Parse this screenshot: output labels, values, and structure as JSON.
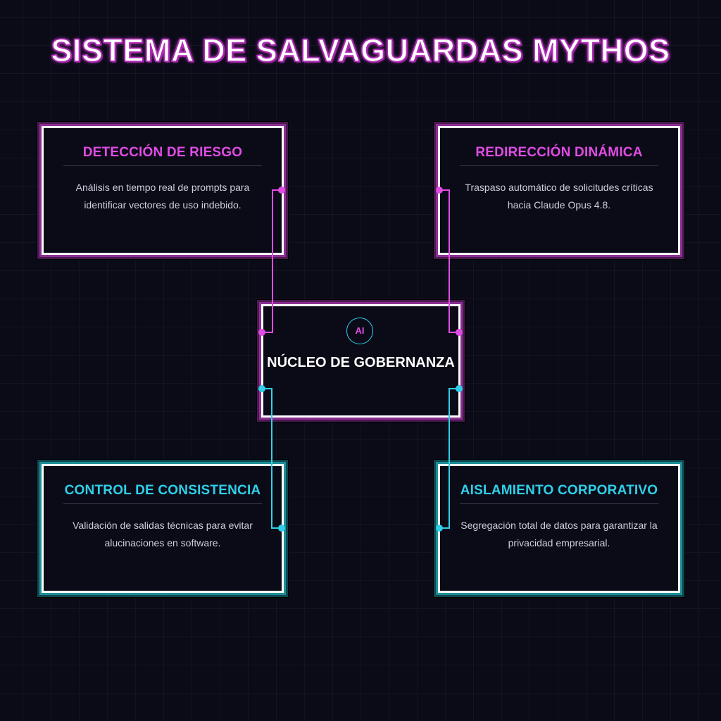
{
  "title": "SISTEMA DE SALVAGUARDAS MYTHOS",
  "core": {
    "badge": "AI",
    "title": "NÚCLEO DE GOBERNANZA"
  },
  "modules": [
    {
      "title": "DETECCIÓN DE RIESGO",
      "description": "Análisis en tiempo real de prompts para identificar vectores de uso indebido.",
      "accent": "#e14ce4"
    },
    {
      "title": "REDIRECCIÓN DINÁMICA",
      "description": "Traspaso automático de solicitudes críticas hacia Claude Opus 4.8.",
      "accent": "#e14ce4"
    },
    {
      "title": "CONTROL DE CONSISTENCIA",
      "description": "Validación de salidas técnicas para evitar alucinaciones en software.",
      "accent": "#2fd0e8"
    },
    {
      "title": "AISLAMIENTO CORPORATIVO",
      "description": "Segregación total de datos para garantizar la privacidad empresarial.",
      "accent": "#2fd0e8"
    }
  ],
  "colors": {
    "background": "#0b0b18",
    "magenta": "#e14ce4",
    "cyan": "#2fd0e8",
    "card_border": "#ffffff"
  }
}
